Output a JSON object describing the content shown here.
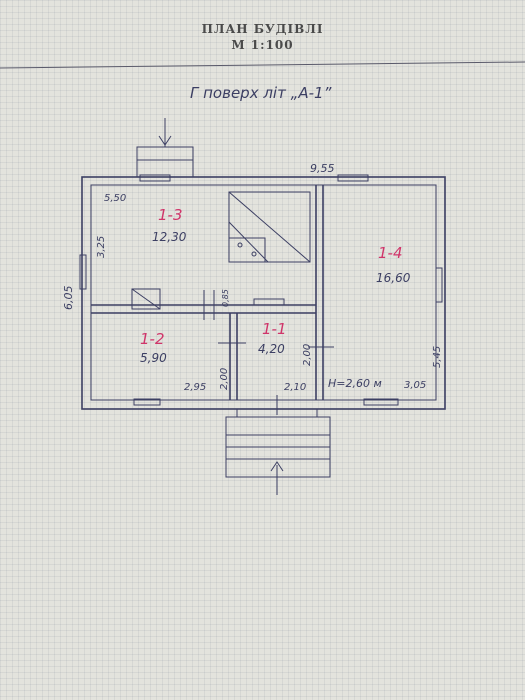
{
  "header": {
    "title": "ПЛАН БУДІВЛІ",
    "scale": "М 1:100"
  },
  "floor_label": "Г поверх літ „А-1”",
  "dimensions": {
    "total_width": "9,55",
    "left_height": "6,05",
    "right_height": "5,45",
    "top_left_width": "5,50",
    "left_inner_height": "3,25",
    "small_gap": "0,85",
    "room12_width": "2,95",
    "room12_height": "2,00",
    "room11_width": "2,10",
    "room11_height": "2,00",
    "room14_width": "3,05",
    "ceiling_height": "Н=2,60 м"
  },
  "rooms": [
    {
      "code": "1-3",
      "area": "12,30"
    },
    {
      "code": "1-4",
      "area": "16,60"
    },
    {
      "code": "1-2",
      "area": "5,90"
    },
    {
      "code": "1-1",
      "area": "4,20"
    }
  ]
}
